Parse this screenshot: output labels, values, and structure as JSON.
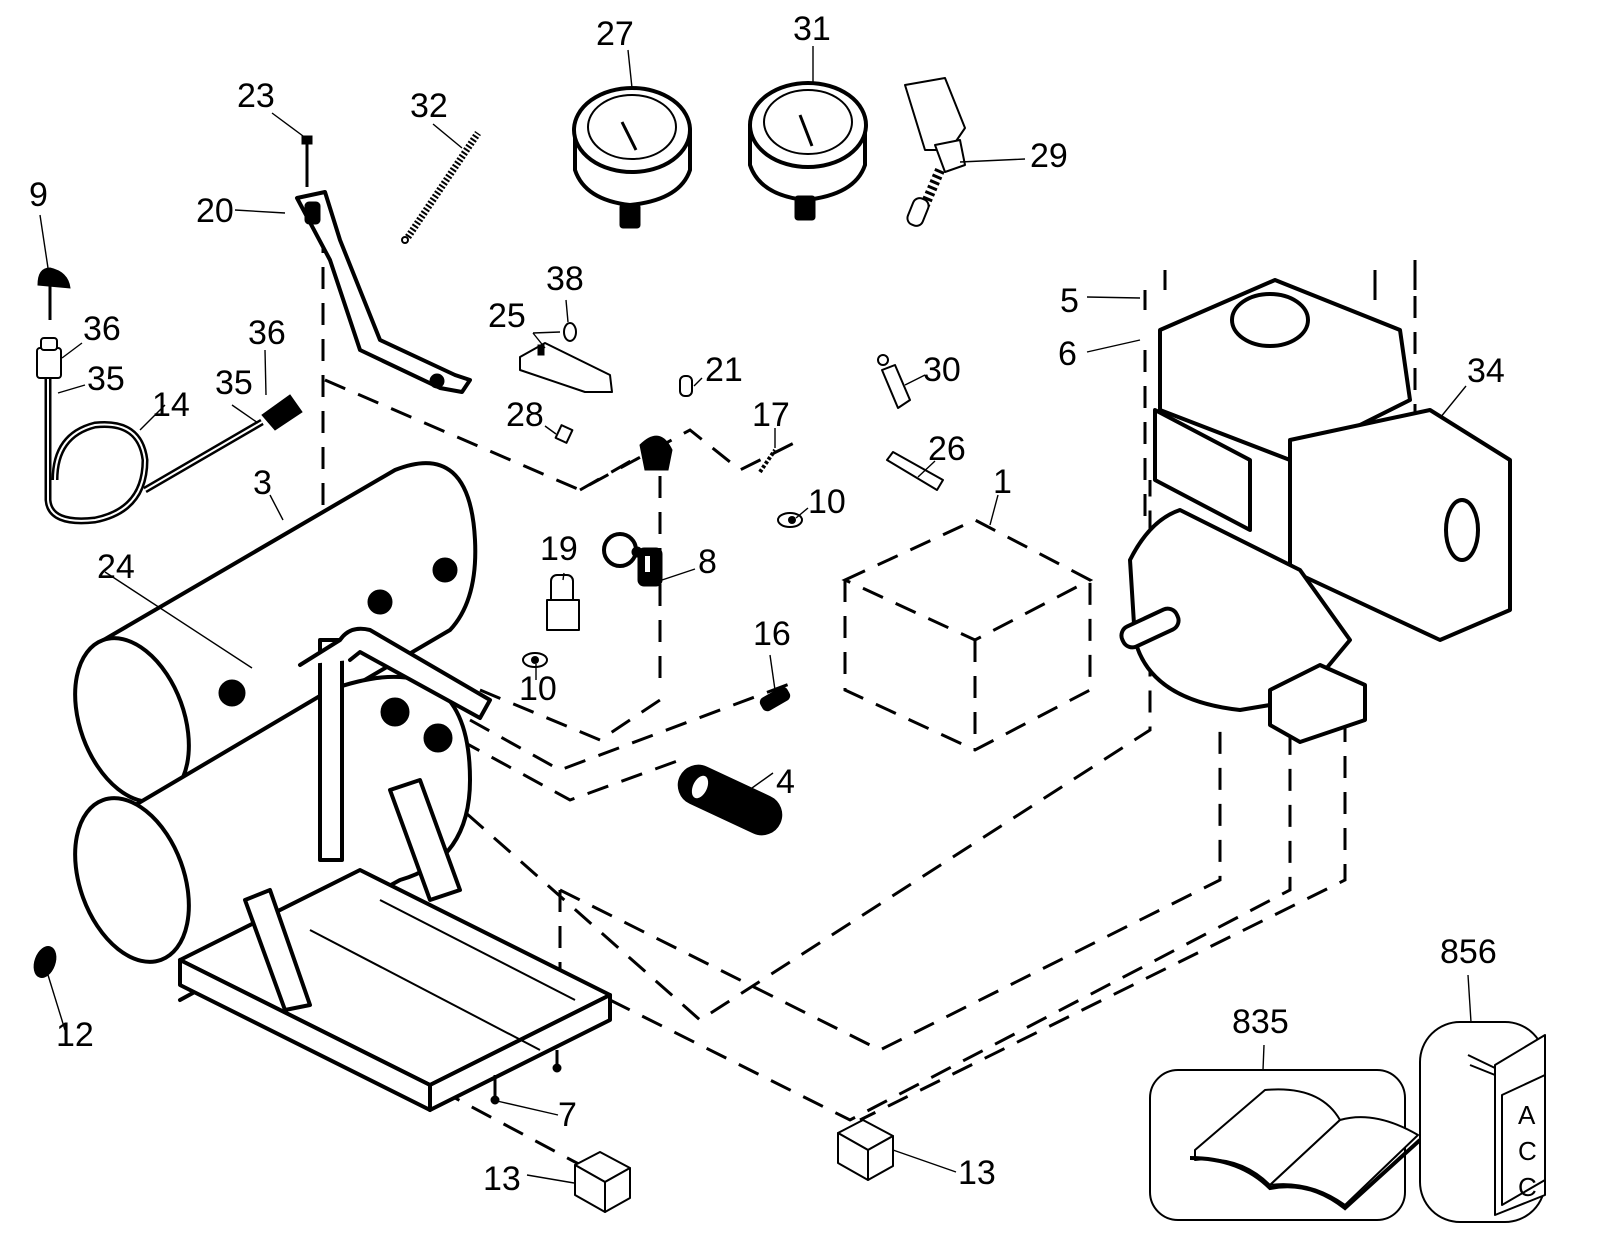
{
  "diagram": {
    "type": "exploded-parts-diagram",
    "subject": "portable air compressor assembly",
    "callouts": [
      {
        "id": "c1",
        "label": "1",
        "part": "compressor pump box (dashed outline)"
      },
      {
        "id": "c3",
        "label": "3",
        "part": "air tank (upper)"
      },
      {
        "id": "c4",
        "label": "4",
        "part": "nipple"
      },
      {
        "id": "c5",
        "label": "5",
        "part": "screw"
      },
      {
        "id": "c6",
        "label": "6",
        "part": "washer"
      },
      {
        "id": "c7",
        "label": "7",
        "part": "bolt"
      },
      {
        "id": "c8",
        "label": "8",
        "part": "check valve"
      },
      {
        "id": "c9",
        "label": "9",
        "part": "drain valve"
      },
      {
        "id": "c10a",
        "label": "10",
        "part": "wing nut"
      },
      {
        "id": "c10b",
        "label": "10",
        "part": "wing nut"
      },
      {
        "id": "c12",
        "label": "12",
        "part": "drain cock"
      },
      {
        "id": "c13a",
        "label": "13",
        "part": "rubber foot"
      },
      {
        "id": "c13b",
        "label": "13",
        "part": "rubber foot"
      },
      {
        "id": "c14",
        "label": "14",
        "part": "hose"
      },
      {
        "id": "c16",
        "label": "16",
        "part": "fitting"
      },
      {
        "id": "c17",
        "label": "17",
        "part": "tube"
      },
      {
        "id": "c19",
        "label": "19",
        "part": "regulator"
      },
      {
        "id": "c20",
        "label": "20",
        "part": "handle bracket"
      },
      {
        "id": "c21",
        "label": "21",
        "part": "bushing"
      },
      {
        "id": "c23",
        "label": "23",
        "part": "screw"
      },
      {
        "id": "c24",
        "label": "24",
        "part": "frame"
      },
      {
        "id": "c25",
        "label": "25",
        "part": "quick coupler"
      },
      {
        "id": "c26",
        "label": "26",
        "part": "pin"
      },
      {
        "id": "c27",
        "label": "27",
        "part": "gauge"
      },
      {
        "id": "c28",
        "label": "28",
        "part": "cap"
      },
      {
        "id": "c29",
        "label": "29",
        "part": "safety valve"
      },
      {
        "id": "c30",
        "label": "30",
        "part": "pressure switch"
      },
      {
        "id": "c31",
        "label": "31",
        "part": "gauge"
      },
      {
        "id": "c32",
        "label": "32",
        "part": "spring"
      },
      {
        "id": "c34",
        "label": "34",
        "part": "engine"
      },
      {
        "id": "c35a",
        "label": "35",
        "part": "ferrule"
      },
      {
        "id": "c35b",
        "label": "35",
        "part": "ferrule"
      },
      {
        "id": "c36a",
        "label": "36",
        "part": "nut"
      },
      {
        "id": "c36b",
        "label": "36",
        "part": "nut"
      },
      {
        "id": "c38",
        "label": "38",
        "part": "o-ring"
      },
      {
        "id": "c835",
        "label": "835",
        "part": "instruction manual"
      },
      {
        "id": "c856",
        "label": "856",
        "part": "label / decal card"
      }
    ],
    "decal_letters": [
      "A",
      "C",
      "C"
    ]
  }
}
